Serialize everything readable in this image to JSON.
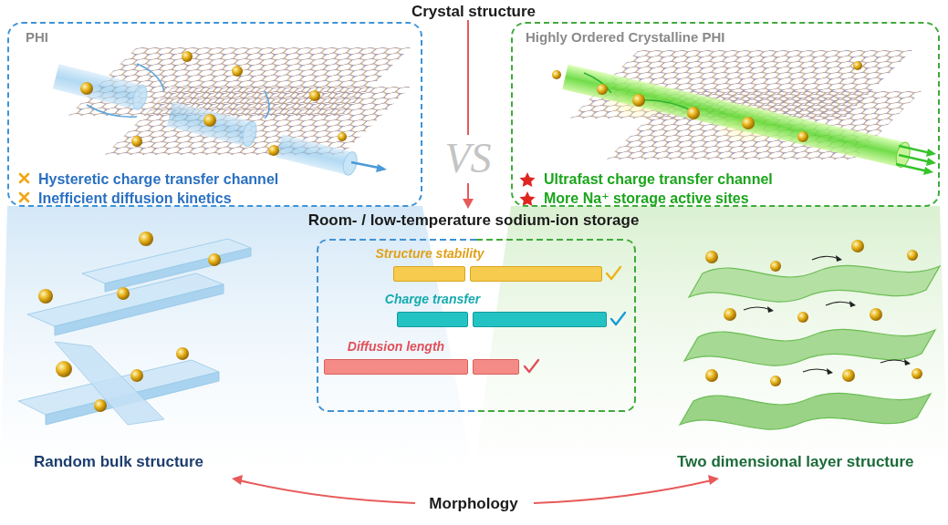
{
  "diagram": {
    "title": "Crystal structure",
    "nodes": [
      {
        "text": [
          "PHI",
          "Hysteretic charge transfer channel",
          "Inefficient diffusion kinetics"
        ]
      },
      {
        "text": [
          "Highly Ordered Crystalline PHI",
          "Ultrafast charge transfer channel",
          "More Na⁺ storage active sites"
        ]
      },
      {
        "text": [
          "Structure stability",
          "Charge transfer",
          "Diffusion length"
        ]
      }
    ],
    "labels": [
      "VS",
      "Room- / low-temperature sodium-ion storage",
      "Random bulk structure",
      "Two dimensional layer structure",
      "Morphology"
    ]
  }
}
